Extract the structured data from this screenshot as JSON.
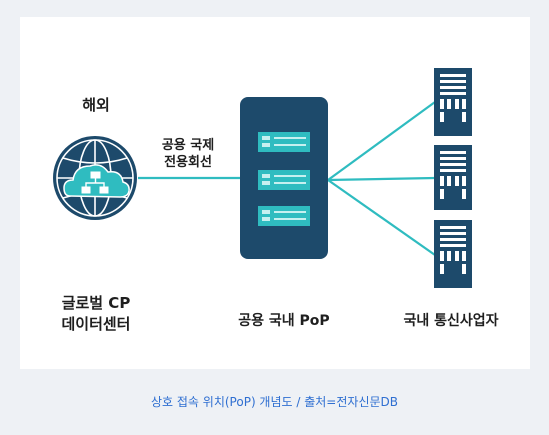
{
  "diagram": {
    "overseas_label": "해외",
    "link_label_line1": "공용 국제",
    "link_label_line2": "전용회선",
    "cp_label_line1": "글로벌 CP",
    "cp_label_line2": "데이터센터",
    "pop_label": "공용 국내 PoP",
    "isp_label": "국내 통신사업자",
    "colors": {
      "navy": "#1d4a6b",
      "teal": "#2fbcc0",
      "light_teal": "#c6f0f0"
    }
  },
  "caption": "상호 접속 위치(PoP) 개념도 / 출처=전자신문DB"
}
